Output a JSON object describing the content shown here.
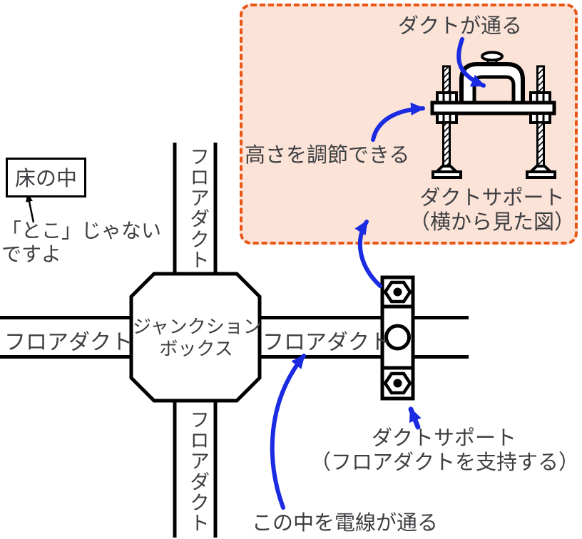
{
  "colors": {
    "background": "#ffffff",
    "line_ink": "#000000",
    "text_gray": "#3d3f42",
    "arrow_blue": "#1a2be2",
    "inset_background": "#fce3d8",
    "inset_border": "#e85515"
  },
  "inset": {
    "duct_passes_label": "ダクトが通る",
    "height_adjust_label": "高さを調節できる",
    "title_line1": "ダクトサポート",
    "title_line2": "（横から見た図）"
  },
  "floor_note": {
    "boxed_label": "床の中",
    "note_line1": "「とこ」じゃない",
    "note_line2": "ですよ"
  },
  "junction_box": {
    "line1": "ジャンクション",
    "line2": "ボックス"
  },
  "ducts": {
    "left_label": "フロアダクト",
    "right_label": "フロアダクト",
    "top_label": "フロアダクト",
    "bottom_label": "フロアダクト"
  },
  "duct_support_label": {
    "line1": "ダクトサポート",
    "line2": "（フロアダクトを支持する）"
  },
  "wires_label": "この中を電線が通る"
}
